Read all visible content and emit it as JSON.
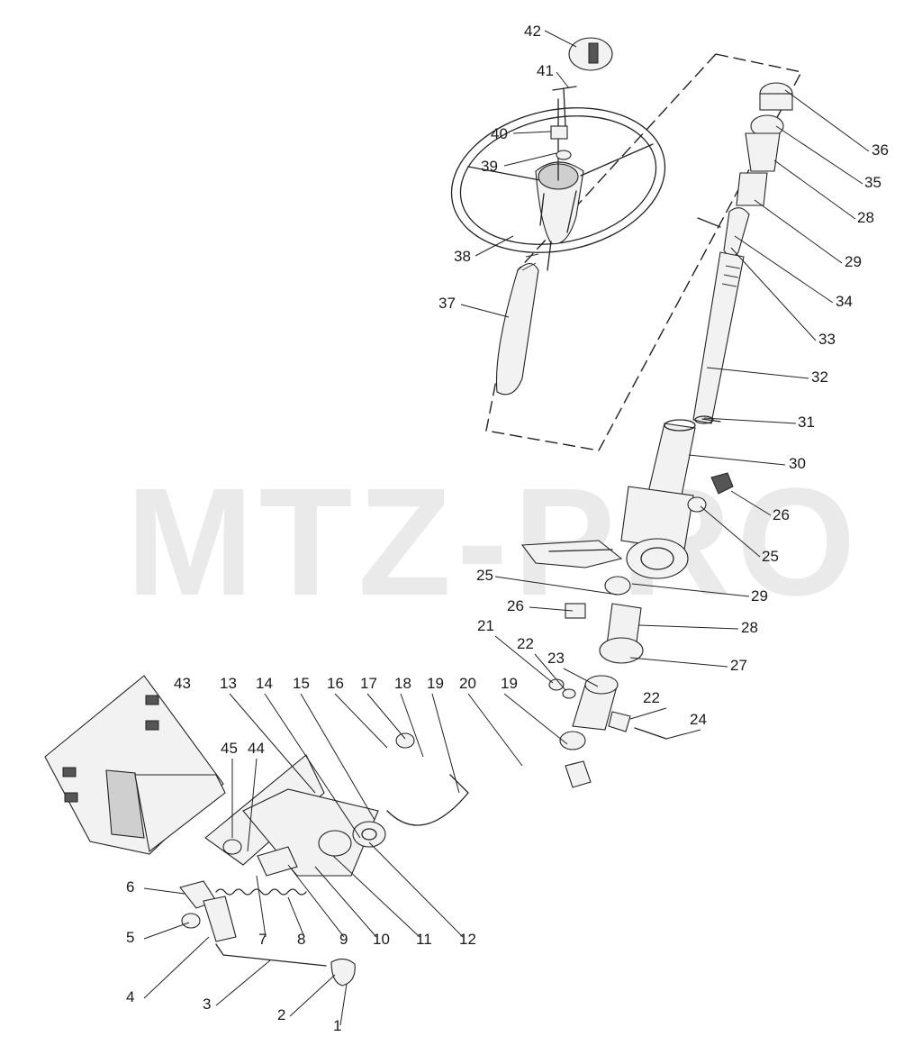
{
  "watermark": "MTZ-PRO",
  "labels": [
    {
      "id": "42",
      "text": "42"
    },
    {
      "id": "41",
      "text": "41"
    },
    {
      "id": "40",
      "text": "40"
    },
    {
      "id": "39",
      "text": "39"
    },
    {
      "id": "38",
      "text": "38"
    },
    {
      "id": "37",
      "text": "37"
    },
    {
      "id": "36",
      "text": "36"
    },
    {
      "id": "35",
      "text": "35"
    },
    {
      "id": "28a",
      "text": "28"
    },
    {
      "id": "29a",
      "text": "29"
    },
    {
      "id": "34",
      "text": "34"
    },
    {
      "id": "33",
      "text": "33"
    },
    {
      "id": "32",
      "text": "32"
    },
    {
      "id": "31",
      "text": "31"
    },
    {
      "id": "30",
      "text": "30"
    },
    {
      "id": "26a",
      "text": "26"
    },
    {
      "id": "25a",
      "text": "25"
    },
    {
      "id": "25b",
      "text": "25"
    },
    {
      "id": "29b",
      "text": "29"
    },
    {
      "id": "26b",
      "text": "26"
    },
    {
      "id": "28b",
      "text": "28"
    },
    {
      "id": "27",
      "text": "27"
    },
    {
      "id": "21",
      "text": "21"
    },
    {
      "id": "22a",
      "text": "22"
    },
    {
      "id": "23",
      "text": "23"
    },
    {
      "id": "22b",
      "text": "22"
    },
    {
      "id": "24",
      "text": "24"
    },
    {
      "id": "43",
      "text": "43"
    },
    {
      "id": "13",
      "text": "13"
    },
    {
      "id": "14",
      "text": "14"
    },
    {
      "id": "15",
      "text": "15"
    },
    {
      "id": "16",
      "text": "16"
    },
    {
      "id": "17",
      "text": "17"
    },
    {
      "id": "18",
      "text": "18"
    },
    {
      "id": "19a",
      "text": "19"
    },
    {
      "id": "20",
      "text": "20"
    },
    {
      "id": "19b",
      "text": "19"
    },
    {
      "id": "45",
      "text": "45"
    },
    {
      "id": "44",
      "text": "44"
    },
    {
      "id": "6",
      "text": "6"
    },
    {
      "id": "5",
      "text": "5"
    },
    {
      "id": "4",
      "text": "4"
    },
    {
      "id": "3",
      "text": "3"
    },
    {
      "id": "2",
      "text": "2"
    },
    {
      "id": "1",
      "text": "1"
    },
    {
      "id": "7",
      "text": "7"
    },
    {
      "id": "8",
      "text": "8"
    },
    {
      "id": "9",
      "text": "9"
    },
    {
      "id": "10",
      "text": "10"
    },
    {
      "id": "11",
      "text": "11"
    },
    {
      "id": "12",
      "text": "12"
    }
  ]
}
